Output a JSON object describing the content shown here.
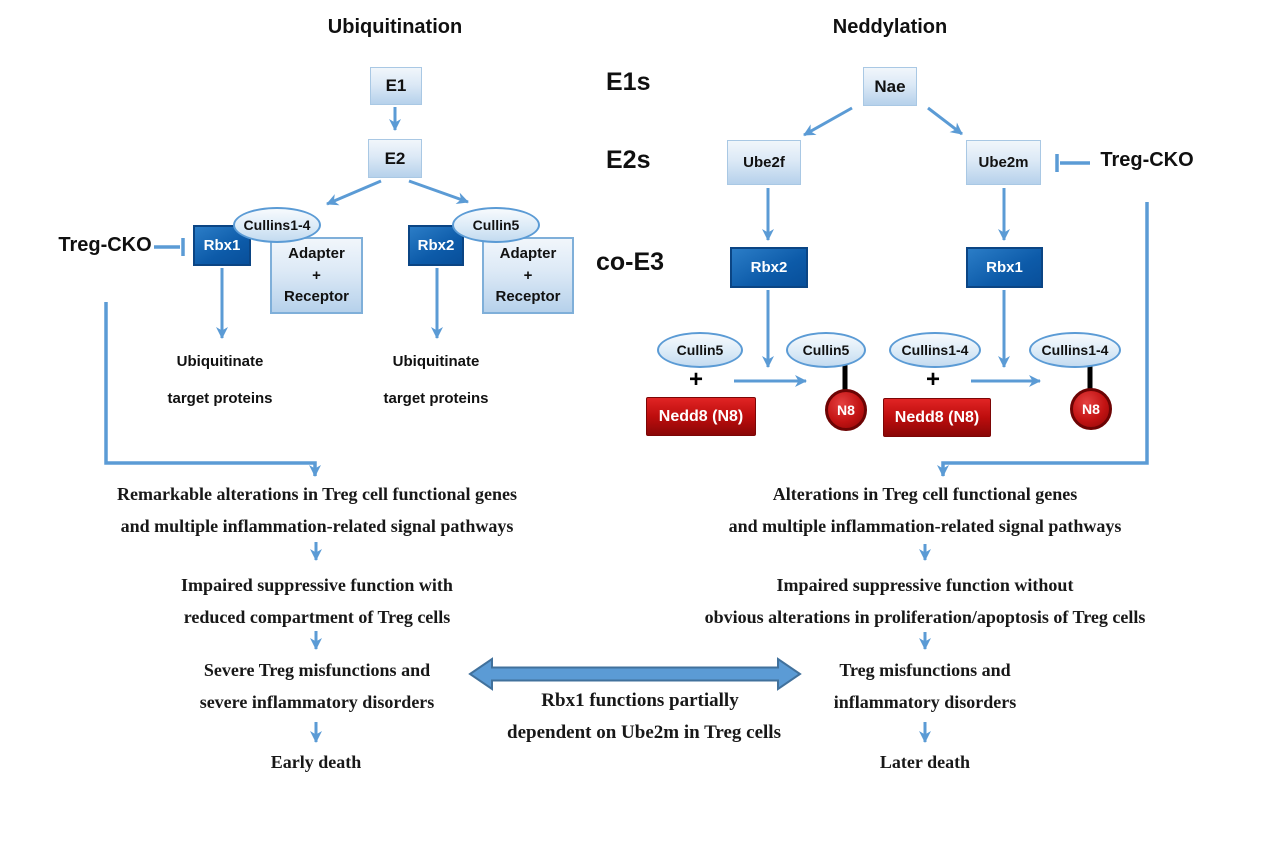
{
  "colors": {
    "arrow_blue": "#5b9bd5",
    "arrow_border": "#41719c",
    "dark_box_blue": "#0d5ba9",
    "red": "#c00d0d"
  },
  "left_pathway": {
    "title": "Ubiquitination",
    "e1": "E1",
    "e2": "E2",
    "treg_cko": "Treg-CKO",
    "complex_a": {
      "rbx": "Rbx1",
      "cullin": "Cullins1-4",
      "adapter": "Adapter",
      "plus": "+",
      "receptor": "Receptor"
    },
    "complex_b": {
      "rbx": "Rbx2",
      "cullin": "Cullin5",
      "adapter": "Adapter",
      "plus": "+",
      "receptor": "Receptor"
    },
    "outcome_a": {
      "line1": "Ubiquitinate",
      "line2": "target proteins"
    },
    "outcome_b": {
      "line1": "Ubiquitinate",
      "line2": "target proteins"
    },
    "flow": [
      {
        "line1": "Remarkable alterations in Treg cell functional genes",
        "line2": "and multiple inflammation-related signal pathways"
      },
      {
        "line1": "Impaired suppressive function with",
        "line2": "reduced compartment of Treg cells"
      },
      {
        "line1": "Severe Treg misfunctions and",
        "line2": "severe inflammatory disorders"
      },
      {
        "line1": "Early death"
      }
    ]
  },
  "right_pathway": {
    "title": "Neddylation",
    "row_e1s": "E1s",
    "row_e2s": "E2s",
    "row_co_e3": "co-E3",
    "nae": "Nae",
    "ube2f": "Ube2f",
    "ube2m": "Ube2m",
    "treg_cko": "Treg-CKO",
    "rbx2": "Rbx2",
    "rbx1": "Rbx1",
    "reaction_cullin5": {
      "substrate": "Cullin5",
      "plus": "+",
      "nedd8": "Nedd8 (N8)",
      "product": "Cullin5",
      "n8": "N8"
    },
    "reaction_cullins14": {
      "substrate": "Cullins1-4",
      "plus": "+",
      "nedd8": "Nedd8 (N8)",
      "product": "Cullins1-4",
      "n8": "N8"
    },
    "flow": [
      {
        "line1": "Alterations in Treg cell functional genes",
        "line2": "and multiple inflammation-related signal pathways"
      },
      {
        "line1": "Impaired suppressive function without",
        "line2": "obvious alterations in proliferation/apoptosis of Treg cells"
      },
      {
        "line1": "Treg misfunctions and",
        "line2": "inflammatory disorders"
      },
      {
        "line1": "Later death"
      }
    ]
  },
  "center_note": {
    "line1": "Rbx1 functions partially",
    "line2": "dependent on Ube2m in Treg cells"
  }
}
